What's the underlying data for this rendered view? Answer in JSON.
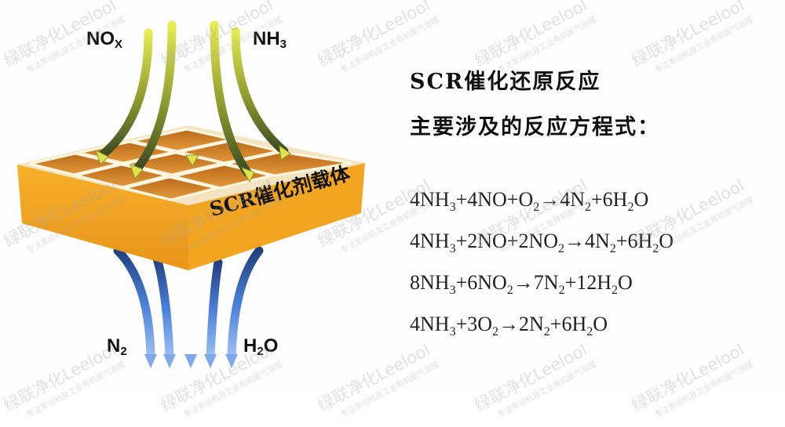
{
  "diagram": {
    "inputs": {
      "left_label": "NOx",
      "left_main": "NO",
      "left_sub": "X",
      "right_main": "NH",
      "right_sub": "3"
    },
    "outputs": {
      "left_main": "N",
      "left_sub": "2",
      "right_main": "H",
      "right_sub": "2",
      "right_tail": "O"
    },
    "catalyst_label": "SCR催化剂载体",
    "colors": {
      "box_orange": "#F2A01E",
      "box_dark": "#C9771A",
      "inflow_yellow": "#D9E23A",
      "inflow_dark": "#3E4A1F",
      "outflow_blue": "#4A7FD8",
      "outflow_dark": "#2C4F96"
    }
  },
  "heading": {
    "line1": "SCR催化还原反应",
    "line2": "主要涉及的反应方程式："
  },
  "equations": [
    {
      "parts": [
        [
          "4NH",
          ""
        ],
        [
          "3",
          "sub"
        ],
        [
          "+4NO+O",
          ""
        ],
        [
          "2",
          "sub"
        ],
        [
          "→4N",
          ""
        ],
        [
          "2",
          "sub"
        ],
        [
          "+6H",
          ""
        ],
        [
          "2",
          "sub"
        ],
        [
          "O",
          ""
        ]
      ]
    },
    {
      "parts": [
        [
          "4NH",
          ""
        ],
        [
          "3",
          "sub"
        ],
        [
          "+2NO+2NO",
          ""
        ],
        [
          "2",
          "sub"
        ],
        [
          "→4N",
          ""
        ],
        [
          "2",
          "sub"
        ],
        [
          "+6H",
          ""
        ],
        [
          "2",
          "sub"
        ],
        [
          "O",
          ""
        ]
      ]
    },
    {
      "parts": [
        [
          "8NH",
          ""
        ],
        [
          "3",
          "sub"
        ],
        [
          "+6NO",
          ""
        ],
        [
          "2",
          "sub"
        ],
        [
          "→7N",
          ""
        ],
        [
          "2",
          "sub"
        ],
        [
          "+12H",
          ""
        ],
        [
          "2",
          "sub"
        ],
        [
          "O",
          ""
        ]
      ]
    },
    {
      "parts": [
        [
          "4NH",
          ""
        ],
        [
          "3",
          "sub"
        ],
        [
          "+3O",
          ""
        ],
        [
          "2",
          "sub"
        ],
        [
          "→2N",
          ""
        ],
        [
          "2",
          "sub"
        ],
        [
          "+6H",
          ""
        ],
        [
          "2",
          "sub"
        ],
        [
          "O",
          ""
        ]
      ]
    }
  ],
  "watermark": {
    "brand": "绿联净化Leelool",
    "slogan": "专注发动机及工业有机废气治理"
  }
}
